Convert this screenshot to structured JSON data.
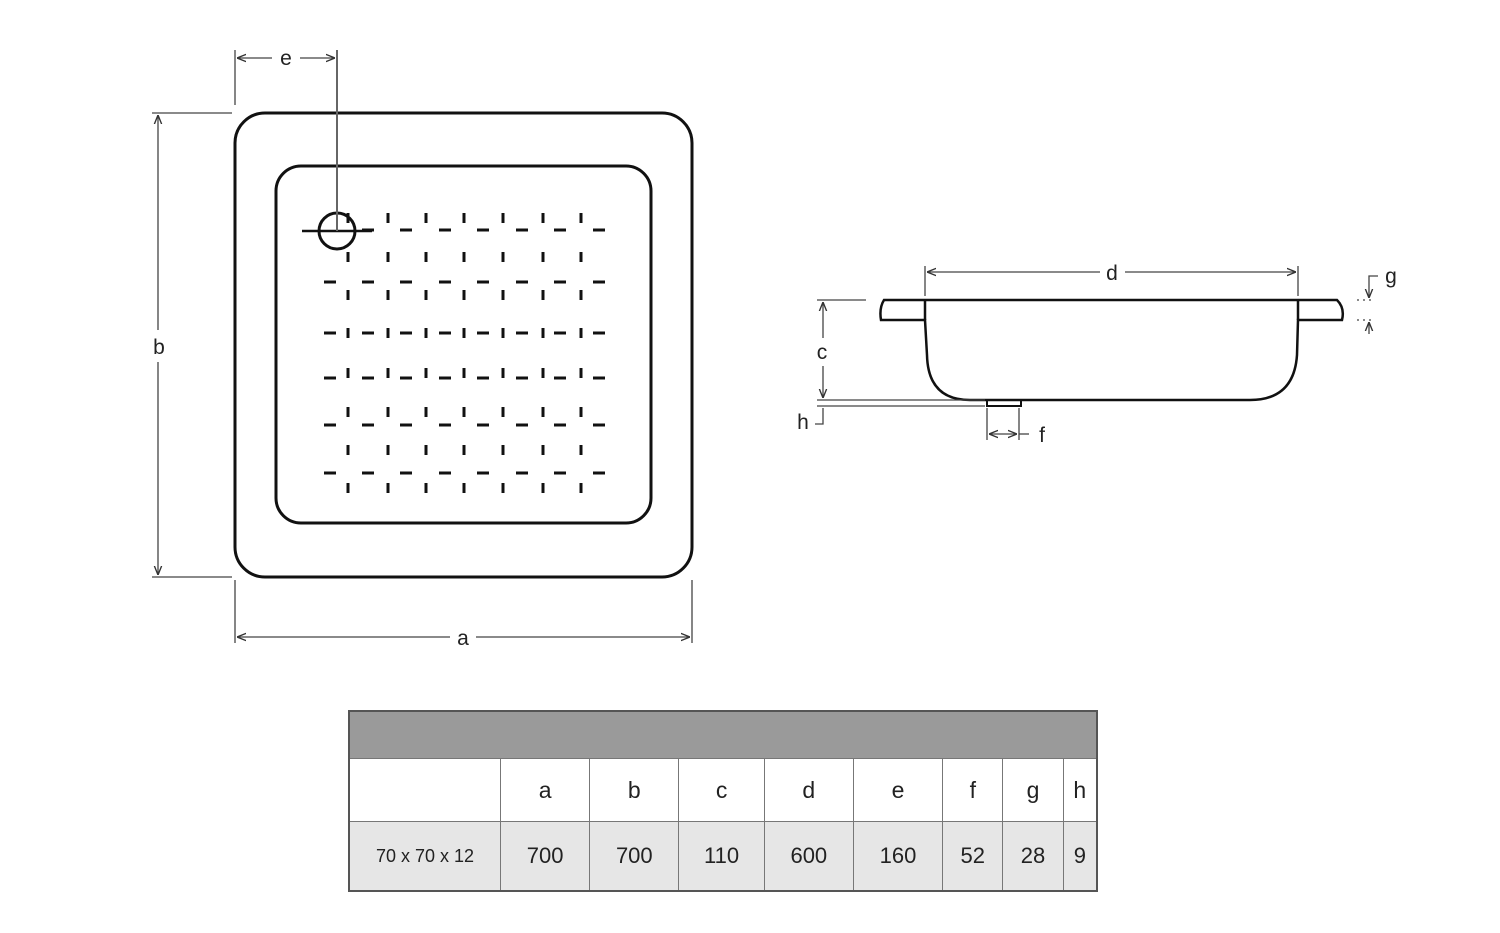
{
  "diagram": {
    "plan_labels": {
      "a": "a",
      "b": "b",
      "e": "e"
    },
    "side_labels": {
      "c": "c",
      "d": "d",
      "f": "f",
      "g": "g",
      "h": "h"
    }
  },
  "table": {
    "title": "",
    "columns": [
      "",
      "a",
      "b",
      "c",
      "d",
      "e",
      "f",
      "g",
      "h"
    ],
    "rows": [
      [
        "70 x 70 x 12",
        "700",
        "700",
        "110",
        "600",
        "160",
        "52",
        "28",
        "9"
      ]
    ]
  },
  "colors": {
    "line": "#111111",
    "dim": "#333333",
    "header": "#9a9a9a",
    "row": "#e6e6e6"
  }
}
